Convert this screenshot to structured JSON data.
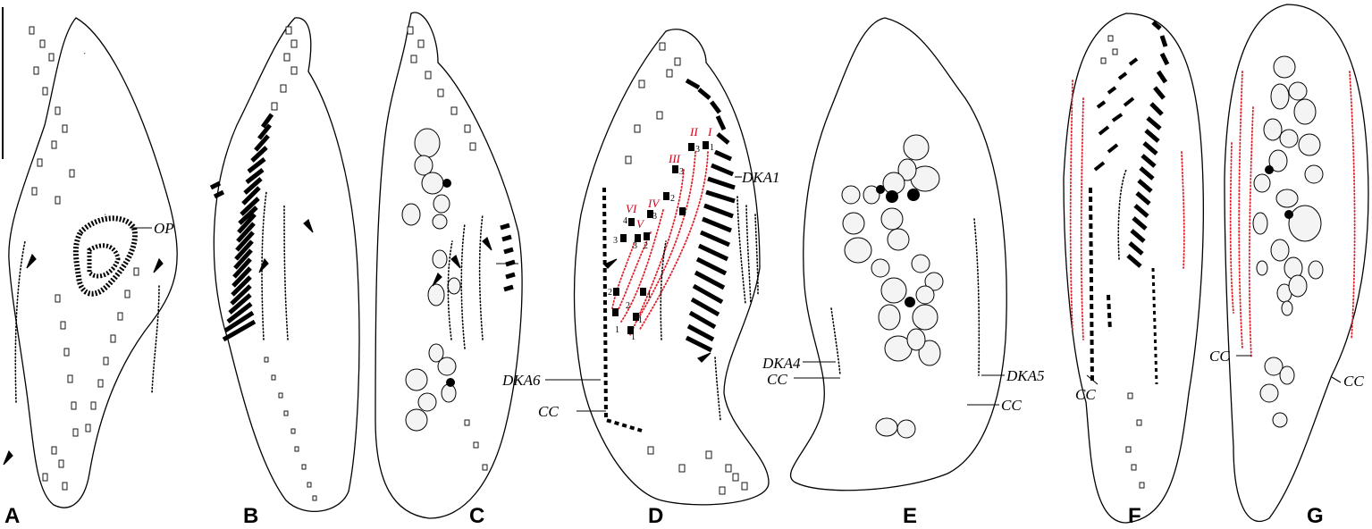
{
  "panels": [
    {
      "letter": "A"
    },
    {
      "letter": "B"
    },
    {
      "letter": "C"
    },
    {
      "letter": "D"
    },
    {
      "letter": "E"
    },
    {
      "letter": "F"
    },
    {
      "letter": "G"
    }
  ],
  "labels": {
    "op": "OP",
    "dka1": "DKA1",
    "dka6": "DKA6",
    "dka4": "DKA4",
    "dka5": "DKA5",
    "cc": "CC"
  },
  "roman_numerals": [
    "I",
    "II",
    "III",
    "IV",
    "V",
    "VI"
  ],
  "anlagen_numbers": [
    "1",
    "2",
    "3",
    "4"
  ],
  "colors": {
    "line": "#000000",
    "highlight": "#e0202a",
    "background": "#ffffff"
  }
}
